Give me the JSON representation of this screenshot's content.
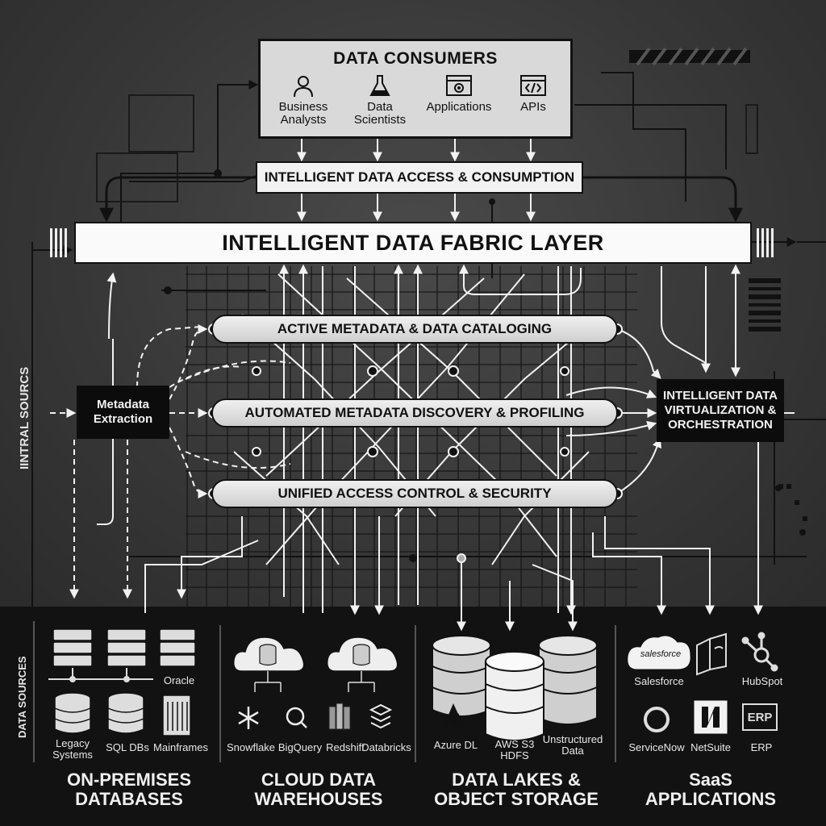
{
  "consumers": {
    "title": "DATA CONSUMERS",
    "items": [
      {
        "label": "Business Analysts",
        "icon": "person-icon"
      },
      {
        "label": "Data Scientists",
        "icon": "flask-icon"
      },
      {
        "label": "Applications",
        "icon": "app-window-icon"
      },
      {
        "label": "APIs",
        "icon": "code-icon"
      }
    ]
  },
  "access_layer": "INTELLIGENT DATA ACCESS & CONSUMPTION",
  "fabric_layer": "INTELLIGENT DATA FABRIC LAYER",
  "services": [
    "ACTIVE METADATA & DATA CATALOGING",
    "AUTOMATED METADATA DISCOVERY & PROFILING",
    "UNIFIED ACCESS CONTROL & SECURITY"
  ],
  "metadata_extraction": "Metadata Extraction",
  "virtualization": "INTELLIGENT DATA VIRTUALIZATION & ORCHESTRATION",
  "side_label_upper": "IINTRAL SOURCS",
  "side_label_lower": "DATA SOURCES",
  "source_groups": [
    {
      "title_line1": "ON-PREMISES",
      "title_line2": "DATABASES",
      "items": [
        "Oracle",
        "Legacy Systems",
        "SQL DBs",
        "Mainframes"
      ]
    },
    {
      "title_line1": "CLOUD DATA",
      "title_line2": "WAREHOUSES",
      "items": [
        "Snowflake",
        "BigQuery",
        "Redshift",
        "Databricks"
      ]
    },
    {
      "title_line1": "DATA LAKES &",
      "title_line2": "OBJECT STORAGE",
      "items": [
        "Azure DL",
        "AWS S3 HDFS",
        "Unstructured Data"
      ]
    },
    {
      "title_line1": "SaaS",
      "title_line2": "APPLICATIONS",
      "items": [
        "Salesforce",
        "HubSpot",
        "ServiceNow",
        "NetSuite",
        "ERP"
      ],
      "logo_text": "salesforce",
      "erp_logo": "ERP"
    }
  ]
}
